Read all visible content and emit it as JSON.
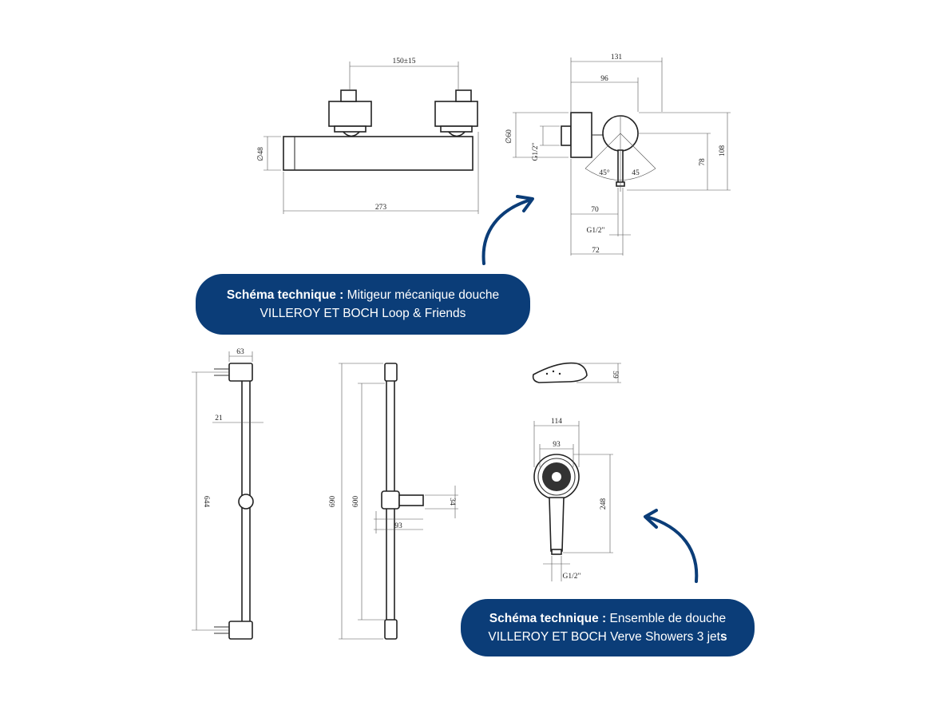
{
  "callouts": [
    {
      "bold": "Schéma technique :",
      "line1": "Mitigeur mécanique douche",
      "line2": "VILLEROY ET BOCH Loop & Friends"
    },
    {
      "bold": "Schéma technique :",
      "line1": "Ensemble de douche",
      "line2_main": "VILLEROY ET BOCH Verve Showers 3 jet",
      "line2_end": "s"
    }
  ],
  "mixer_front": {
    "d_width": "150±15",
    "d_length": "273",
    "d_diam": "∅48"
  },
  "mixer_side": {
    "d_131": "131",
    "d_96": "96",
    "d_60": "∅60",
    "d_g12a": "G1/2\"",
    "d_78": "78",
    "d_108": "108",
    "d_45a": "45°",
    "d_45b": "45",
    "d_70": "70",
    "d_g12b": "G1/2\"",
    "d_72": "72"
  },
  "rail": {
    "d_63": "63",
    "d_21": "21",
    "d_644": "644",
    "d_690": "690",
    "d_600": "600",
    "d_34": "34",
    "d_93": "93"
  },
  "handshower": {
    "d_59": "59",
    "d_114": "114",
    "d_93": "93",
    "d_248": "248",
    "d_g12": "G1/2\""
  },
  "colors": {
    "accent": "#0b3d78",
    "line": "#333333"
  }
}
